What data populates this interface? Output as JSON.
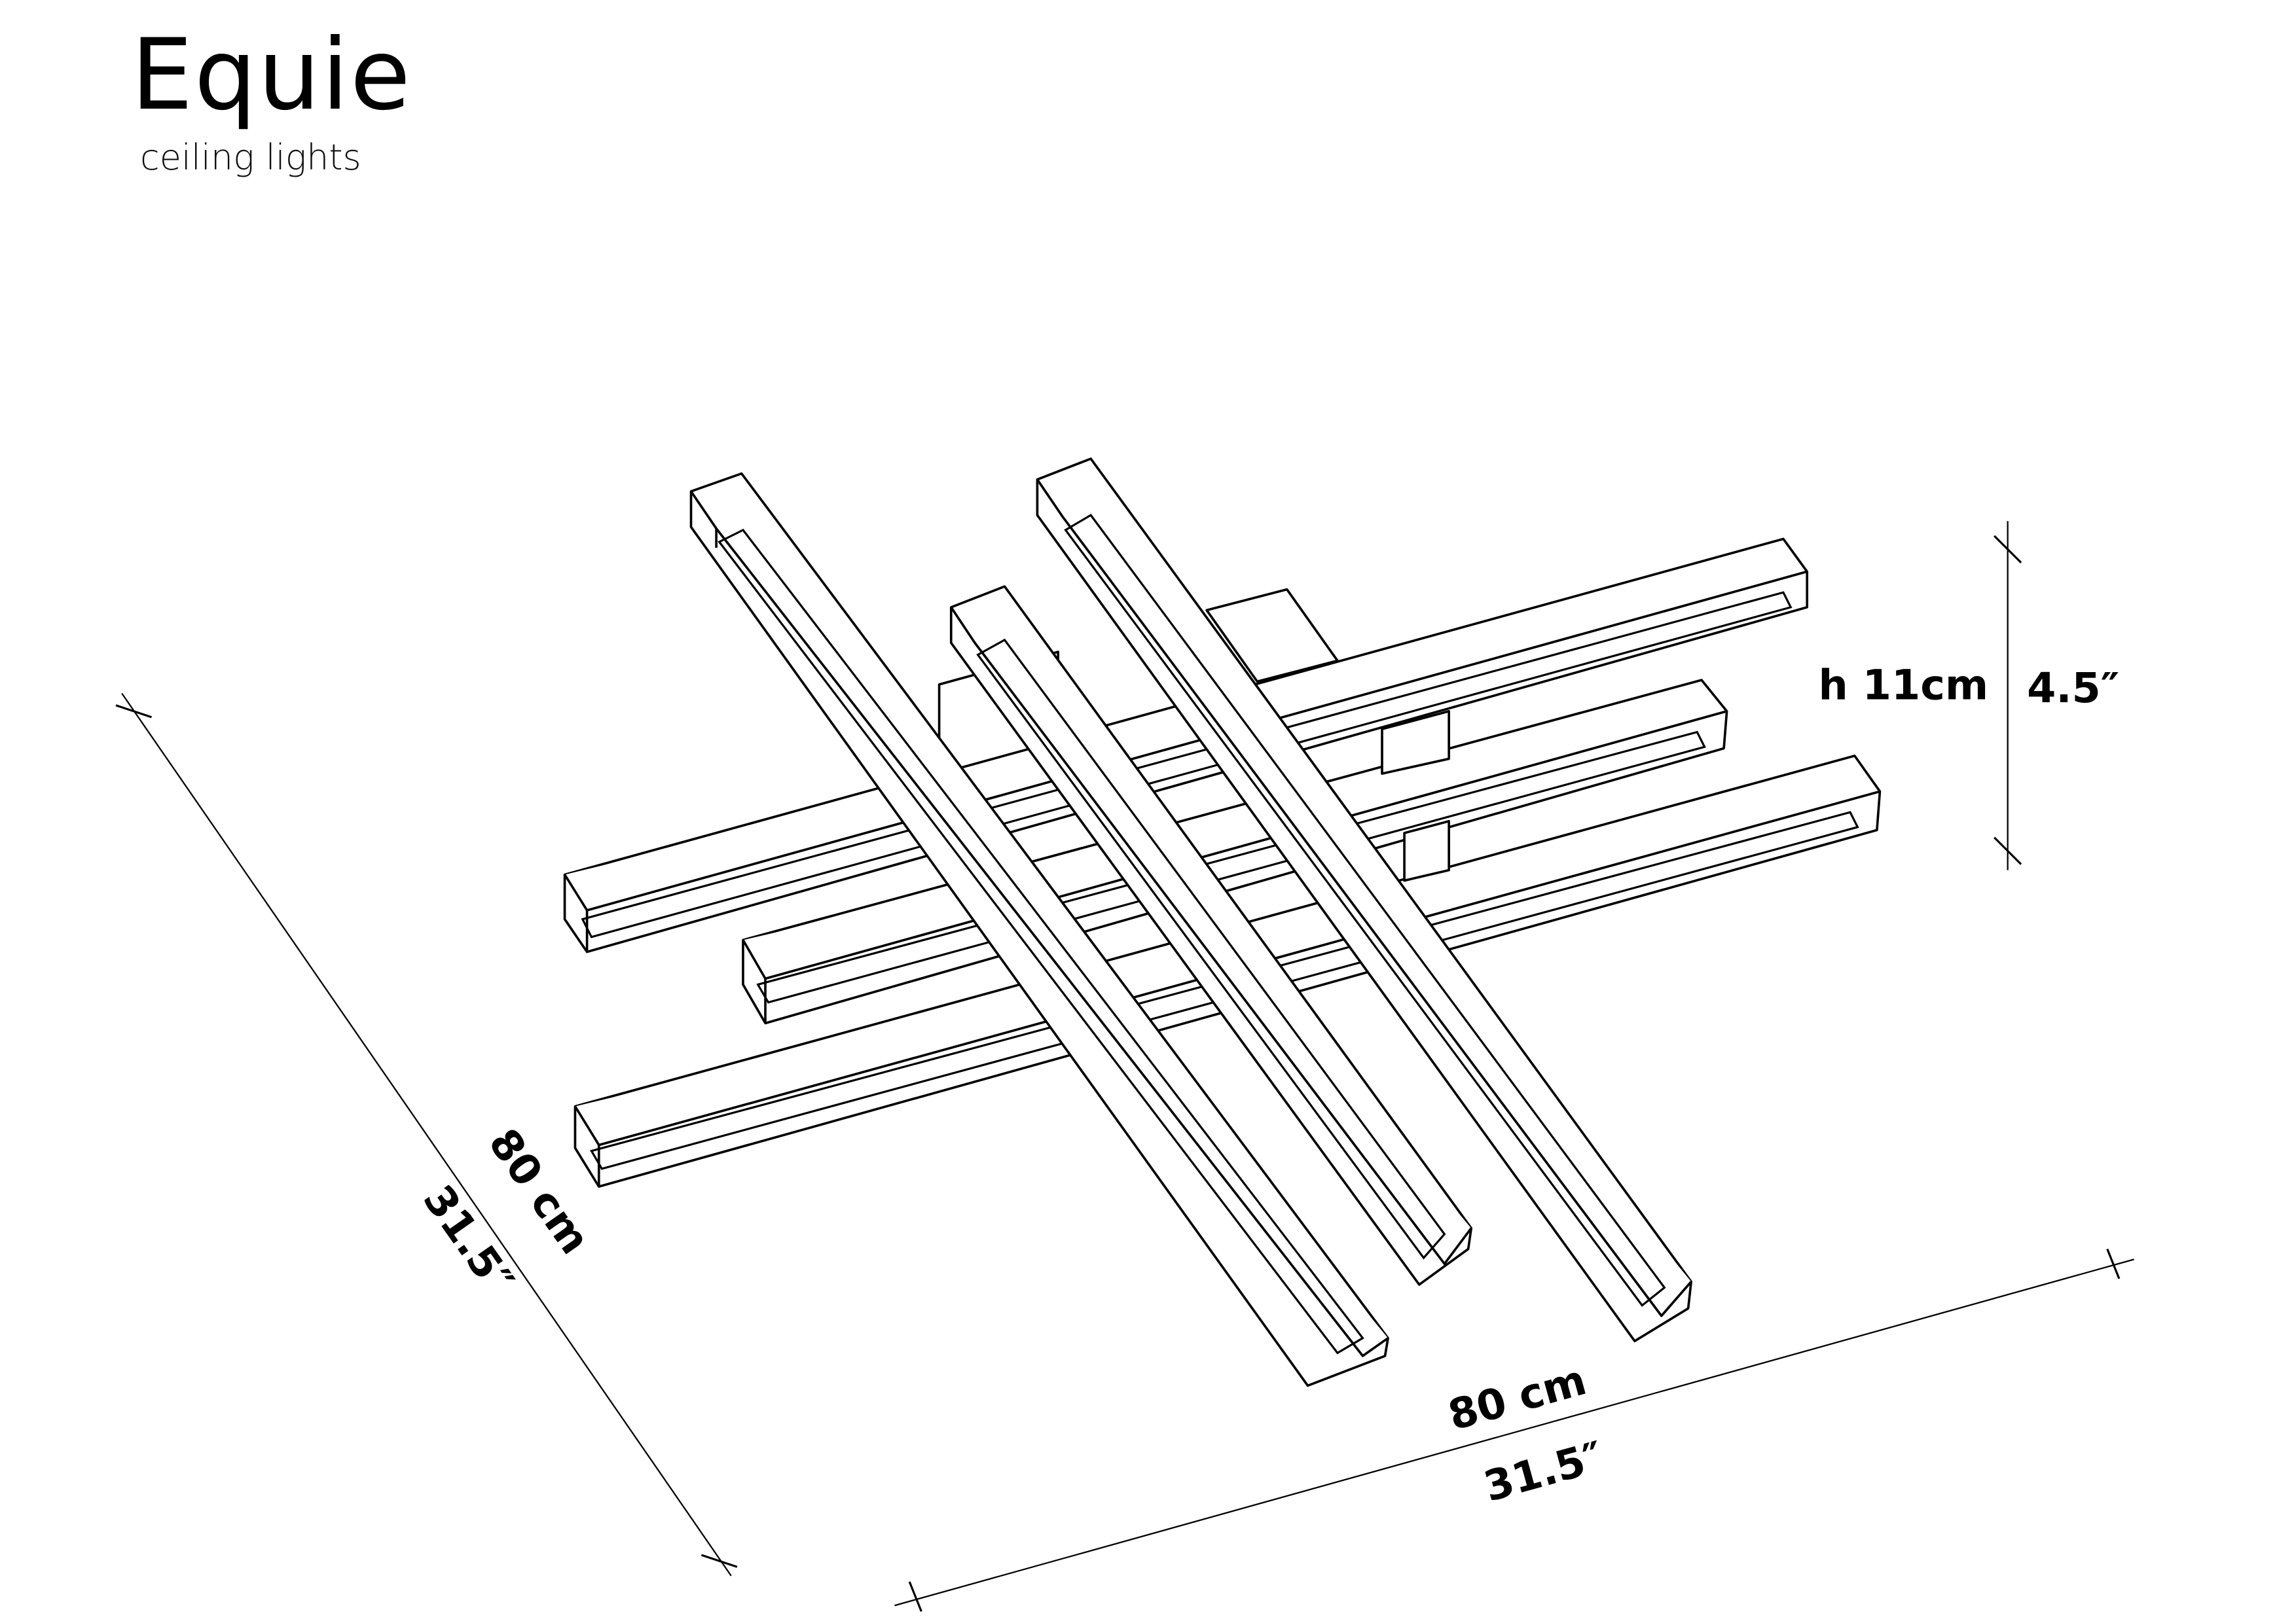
{
  "header": {
    "title": "Equie",
    "subtitle": "ceiling lights"
  },
  "dimensions": {
    "height_metric": "h 11cm",
    "height_imperial": "4.5″",
    "depth_metric": "80 cm",
    "depth_imperial": "31.5″",
    "width_metric": "80 cm",
    "width_imperial": "31.5″"
  },
  "colors": {
    "line": "#000000",
    "background": "#ffffff"
  }
}
